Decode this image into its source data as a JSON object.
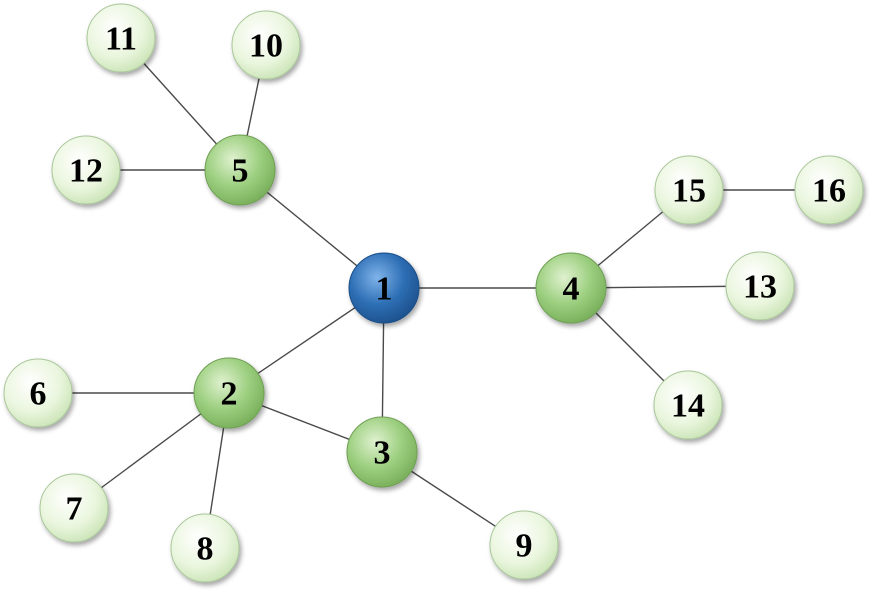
{
  "nodes": [
    {
      "id": "1",
      "label": "1",
      "tier": "root"
    },
    {
      "id": "2",
      "label": "2",
      "tier": "hub"
    },
    {
      "id": "3",
      "label": "3",
      "tier": "hub"
    },
    {
      "id": "4",
      "label": "4",
      "tier": "hub"
    },
    {
      "id": "5",
      "label": "5",
      "tier": "hub"
    },
    {
      "id": "6",
      "label": "6",
      "tier": "leaf"
    },
    {
      "id": "7",
      "label": "7",
      "tier": "leaf"
    },
    {
      "id": "8",
      "label": "8",
      "tier": "leaf"
    },
    {
      "id": "9",
      "label": "9",
      "tier": "leaf"
    },
    {
      "id": "10",
      "label": "10",
      "tier": "leaf"
    },
    {
      "id": "11",
      "label": "11",
      "tier": "leaf"
    },
    {
      "id": "12",
      "label": "12",
      "tier": "leaf"
    },
    {
      "id": "13",
      "label": "13",
      "tier": "leaf"
    },
    {
      "id": "14",
      "label": "14",
      "tier": "leaf"
    },
    {
      "id": "15",
      "label": "15",
      "tier": "hub-leaf"
    },
    {
      "id": "16",
      "label": "16",
      "tier": "leaf"
    }
  ],
  "edges": [
    [
      "1",
      "5"
    ],
    [
      "1",
      "4"
    ],
    [
      "1",
      "2"
    ],
    [
      "1",
      "3"
    ],
    [
      "2",
      "3"
    ],
    [
      "2",
      "6"
    ],
    [
      "2",
      "7"
    ],
    [
      "2",
      "8"
    ],
    [
      "3",
      "9"
    ],
    [
      "4",
      "15"
    ],
    [
      "4",
      "13"
    ],
    [
      "4",
      "14"
    ],
    [
      "15",
      "16"
    ],
    [
      "5",
      "11"
    ],
    [
      "5",
      "10"
    ],
    [
      "5",
      "12"
    ]
  ],
  "colors": {
    "root": "#2e6fb5",
    "hub": "#9ccf7f",
    "leaf": "#e6f4d7",
    "edge": "#4a4a4a",
    "label": "#000000"
  }
}
